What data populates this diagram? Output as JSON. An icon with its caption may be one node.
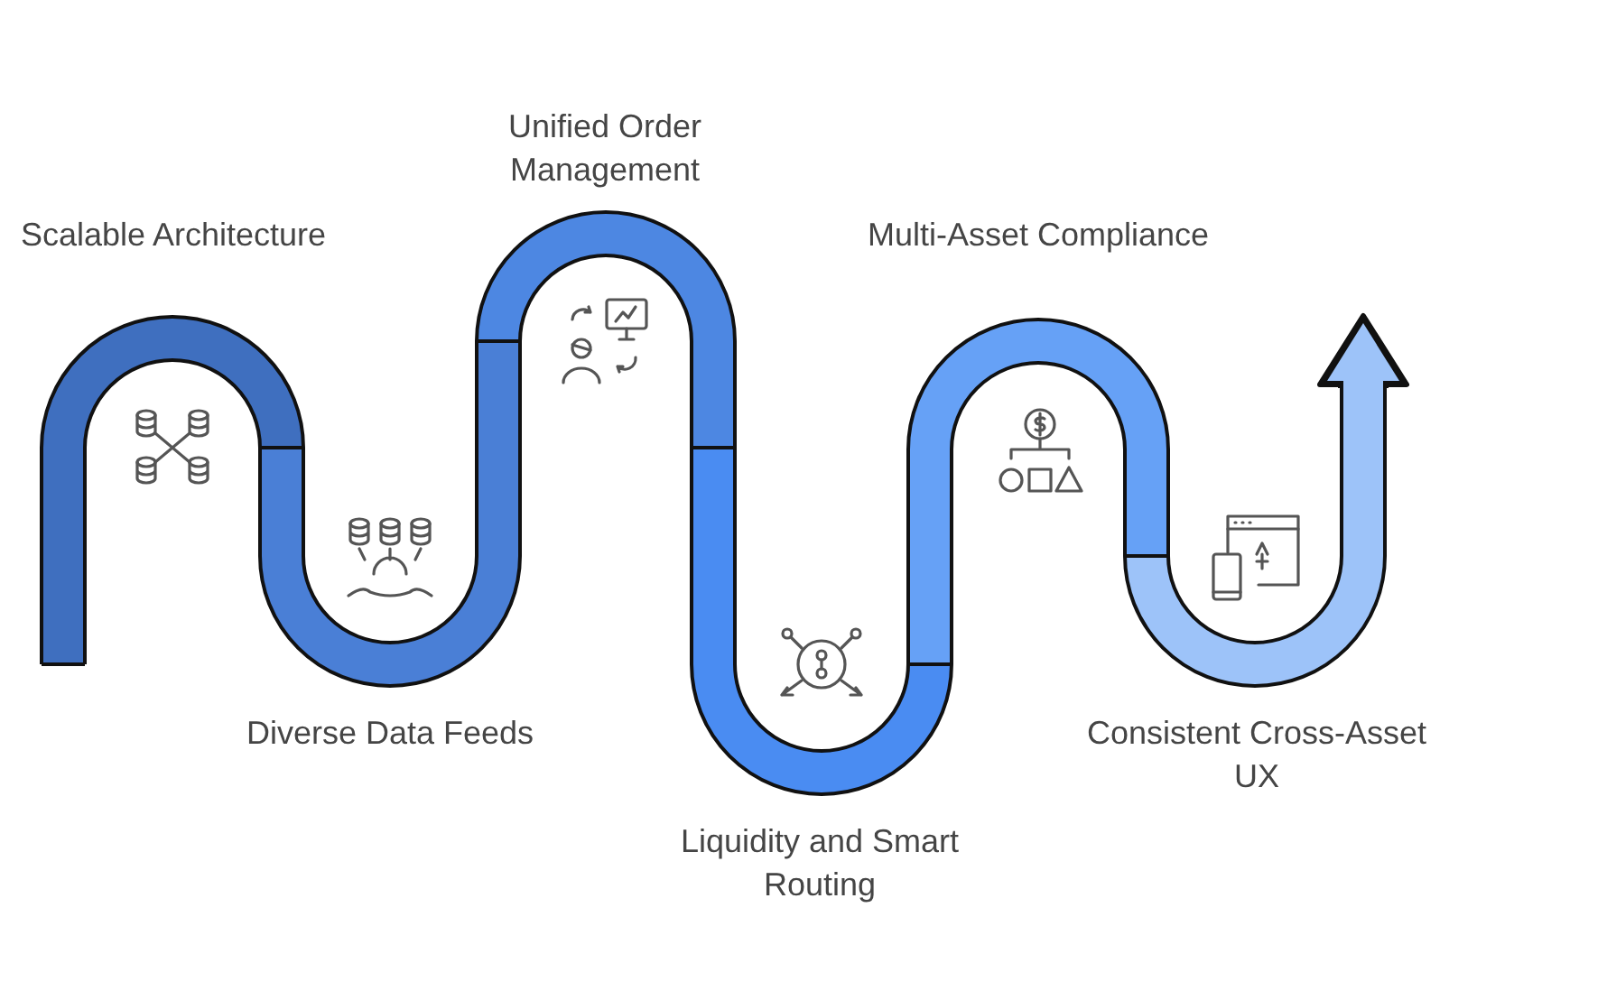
{
  "diagram": {
    "nodes": [
      {
        "text": [
          "Scalable Architecture"
        ]
      },
      {
        "text": [
          "Diverse Data Feeds"
        ]
      },
      {
        "text": [
          "Unified Order Management"
        ]
      },
      {
        "text": [
          "Liquidity and Smart Routing"
        ]
      },
      {
        "text": [
          "Multi-Asset Compliance"
        ]
      },
      {
        "text": [
          "Consistent Cross-Asset UX"
        ]
      }
    ]
  }
}
